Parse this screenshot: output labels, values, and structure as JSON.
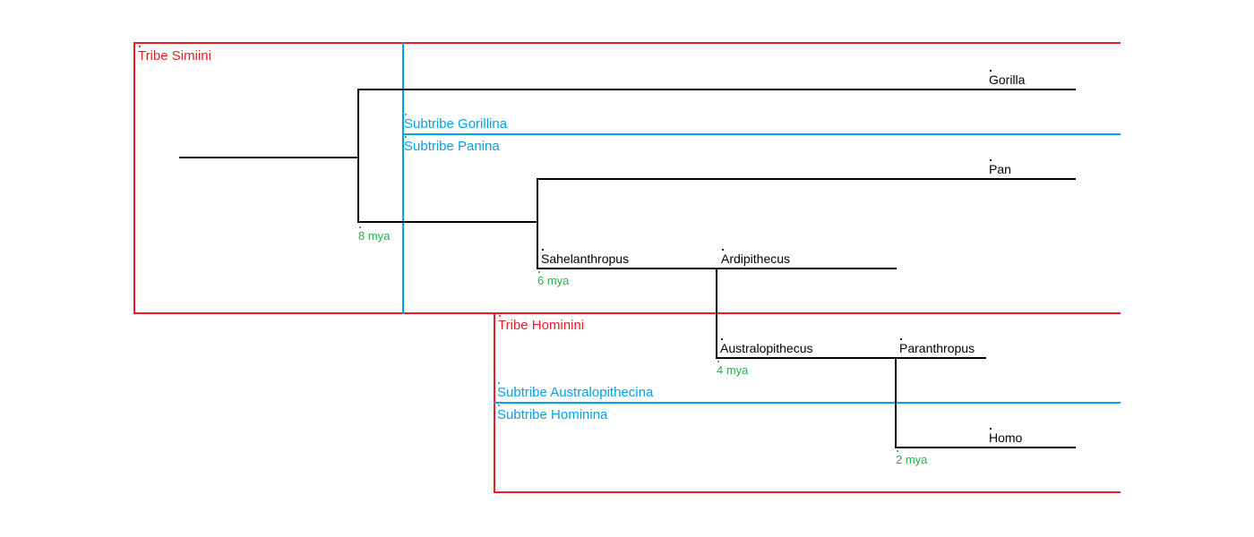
{
  "colors": {
    "tribe_outline": "#ed1c24",
    "subtribe_line": "#00a2e8",
    "time_label": "#22b14c",
    "branch": "#000000",
    "background": "#ffffff"
  },
  "tribes": {
    "simiini": "Tribe Simiini",
    "hominini": "Tribe Hominini"
  },
  "subtribes": {
    "gorillina": "Subtribe Gorillina",
    "panina": "Subtribe Panina",
    "australopithecina": "Subtribe Australopithecina",
    "hominina": "Subtribe Hominina"
  },
  "taxa": {
    "gorilla": "Gorilla",
    "pan": "Pan",
    "sahelanthropus": "Sahelanthropus",
    "ardipithecus": "Ardipithecus",
    "australopithecus": "Australopithecus",
    "paranthropus": "Paranthropus",
    "homo": "Homo"
  },
  "divergence_times": {
    "split_gorilla": "8 mya",
    "split_pan": "6 mya",
    "split_australopithecus": "4 mya",
    "split_homo": "2 mya"
  },
  "cladogram": {
    "type": "phylogenetic-tree",
    "splits": [
      {
        "time": "8 mya",
        "diverging": [
          "Gorilla"
        ],
        "remaining": [
          "Pan",
          "Sahelanthropus",
          "Ardipithecus",
          "Australopithecus",
          "Paranthropus",
          "Homo"
        ]
      },
      {
        "time": "6 mya",
        "diverging": [
          "Pan"
        ],
        "remaining": [
          "Sahelanthropus",
          "Ardipithecus",
          "Australopithecus",
          "Paranthropus",
          "Homo"
        ]
      },
      {
        "time": "4 mya",
        "diverging": [
          "Sahelanthropus",
          "Ardipithecus"
        ],
        "remaining": [
          "Australopithecus",
          "Paranthropus",
          "Homo"
        ]
      },
      {
        "time": "2 mya",
        "diverging": [
          "Australopithecus",
          "Paranthropus"
        ],
        "remaining": [
          "Homo"
        ]
      }
    ]
  }
}
